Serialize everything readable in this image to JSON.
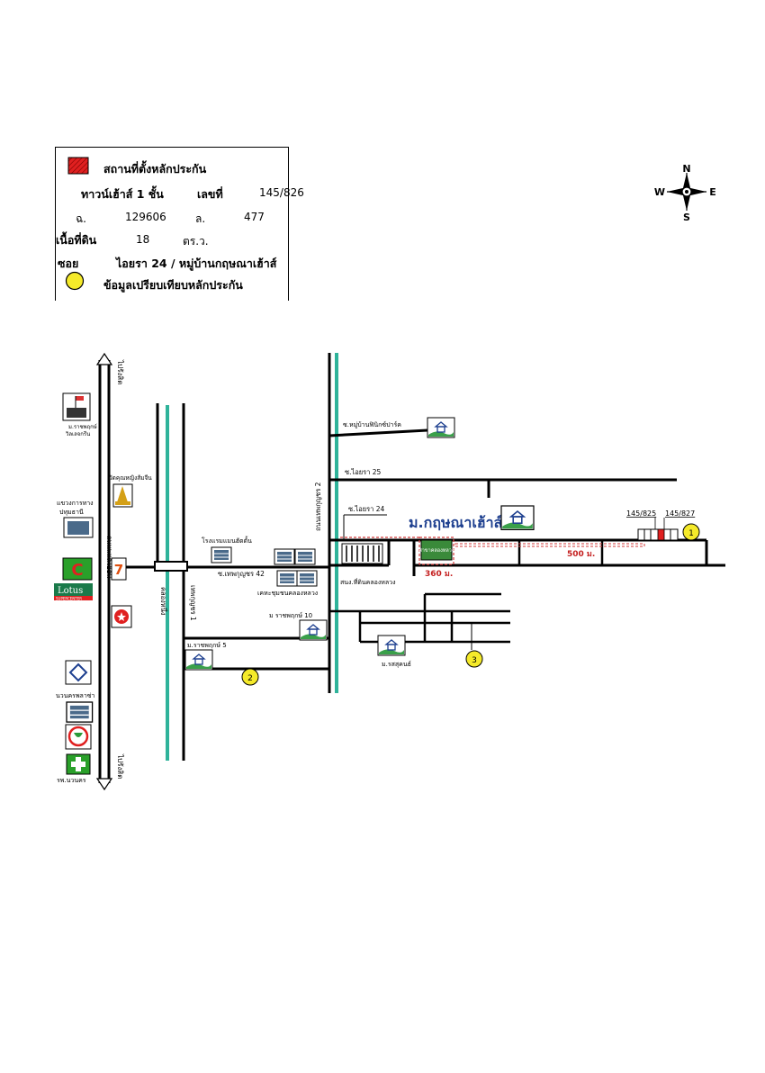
{
  "legend": {
    "collateral_location": "สถานที่ตั้งหลักประกัน",
    "property_type": "ทาวน์เฮ้าส์ 1 ชั้น",
    "house_no_label": "เลขที่",
    "house_no": "145/826",
    "deed_label": "ฉ.",
    "deed_no": "129606",
    "land_label": "ล.",
    "land_no": "477",
    "area_label": "เนื้อที่ดิน",
    "area_value": "18",
    "area_unit": "ตร.ว.",
    "soi_label": "ซอย",
    "soi_value": "ไอยรา 24 / หมู่บ้านกฤษณาเฮ้าส์",
    "comparison_data": "ข้อมูลเปรียบเทียบหลักประกัน"
  },
  "compass": {
    "n": "N",
    "s": "S",
    "e": "E",
    "w": "W"
  },
  "roads": {
    "main_highway": "ถนนพหลโยธิน",
    "to_north": "ไปรังสิต",
    "to_south": "ไปรังสิต",
    "khlong_nueng": "คลองหนึ่ง",
    "phet_1": "เทพกุญชร 1",
    "phet_2": "ถนนเทพกุญชร 2",
    "soi_phet_42": "ซ.เทพกุญชร 42",
    "soi_aiyara_24": "ซ.ไอยรา 24",
    "soi_aiyara_25": "ซ.ไอยรา 25",
    "soi_phinik_park": "ซ.หมู่บ้านฟินิกซ์ปาร์ค"
  },
  "landmarks": {
    "rajapruk_green": "ม.ราชพฤกษ์",
    "rajapruk_green_sub": "วิลเลจกรีน",
    "wat": "วัดคุณหญิงส้มจีน",
    "pathum_office": "แขวงการทาง",
    "pathum_office_sub": "ปทุมธานี",
    "hotel": "โรงแรมแมนฮัตตั้น",
    "klong_luang_branch": "เคหะชุมชนคลองหลวง",
    "rajapruk_10": "ม ราชพฤกษ์ 10",
    "rajapruk_5": "ม.ราชพฤกษ์ 5",
    "land_office": "สนง.ที่ดินคลองหลวง",
    "ratsadanon": "ม.รสสุคนธ์",
    "nawanakorn_plaza": "นวนครพลาซ่า",
    "nawanakorn_hospital": "รพ.นวนคร",
    "village_main": "ม.กฤษณาเฮ้าส์",
    "green_sign": "สาขาคลองหลวง",
    "lotus": "Lotus",
    "lotus_sub": "SUPERCENTER"
  },
  "markers": {
    "house_825": "145/825",
    "house_827": "145/827",
    "m1": "1",
    "m2": "2",
    "m3": "3"
  },
  "distances": {
    "d360": "360 ม.",
    "d500": "500 ม."
  },
  "colors": {
    "canal": "#2fb39a",
    "collateral": "#e02020",
    "comparison": "#f5ea2a",
    "dashed_route": "#d23a3a",
    "distance_text": "#c41f1f",
    "village_title": "#1d3f8f"
  }
}
